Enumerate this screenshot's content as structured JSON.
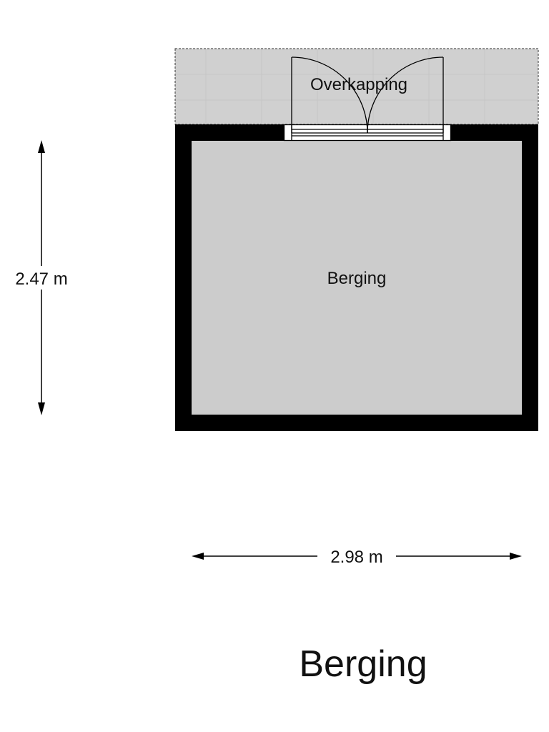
{
  "floorplan": {
    "title": "Berging",
    "rooms": [
      {
        "name": "Berging",
        "label": "Berging"
      },
      {
        "name": "Overkapping",
        "label": "Overkapping"
      }
    ],
    "dimensions": {
      "height": "2.47 m",
      "width": "2.98 m"
    },
    "colors": {
      "wall": "#000000",
      "floor": "#cccccc",
      "covered_area": "#d0d0d0",
      "background": "#ffffff"
    }
  }
}
